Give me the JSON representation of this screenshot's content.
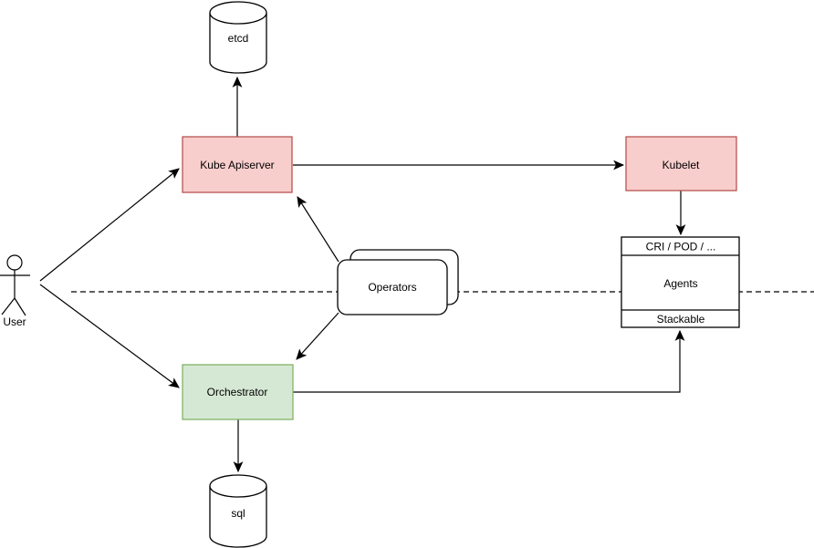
{
  "diagram": {
    "background": "#ffffff",
    "line_color": "#000000",
    "text_color": "#000000",
    "colors": {
      "control_plane_fill": "#f8cecc",
      "control_plane_stroke": "#b85450",
      "orchestrator_fill": "#d5e8d4",
      "orchestrator_stroke": "#82b366",
      "shape_fill": "#ffffff",
      "shape_stroke": "#000000"
    },
    "nodes": {
      "etcd": {
        "label": "etcd",
        "shape": "cylinder"
      },
      "kube_apiserver": {
        "label": "Kube Apiserver",
        "shape": "rectangle"
      },
      "kubelet": {
        "label": "Kubelet",
        "shape": "rectangle"
      },
      "agents_stack": {
        "header": "CRI / POD / ...",
        "body": "Agents",
        "footer": "Stackable",
        "shape": "list"
      },
      "operators": {
        "label": "Operators",
        "shape": "stacked-rounded-rectangle"
      },
      "orchestrator": {
        "label": "Orchestrator",
        "shape": "rectangle"
      },
      "sql": {
        "label": "sql",
        "shape": "cylinder"
      },
      "user": {
        "label": "User",
        "shape": "actor"
      }
    },
    "edges": [
      {
        "from": "user",
        "to": "kube_apiserver",
        "arrow": "end"
      },
      {
        "from": "user",
        "to": "orchestrator",
        "arrow": "end"
      },
      {
        "from": "kube_apiserver",
        "to": "etcd",
        "arrow": "end"
      },
      {
        "from": "kube_apiserver",
        "to": "kubelet",
        "arrow": "end"
      },
      {
        "from": "kubelet",
        "to": "agents_stack",
        "arrow": "end"
      },
      {
        "from": "operators",
        "to": "kube_apiserver",
        "arrow": "end"
      },
      {
        "from": "operators",
        "to": "orchestrator",
        "arrow": "end"
      },
      {
        "from": "orchestrator",
        "to": "sql",
        "arrow": "end"
      },
      {
        "from": "orchestrator",
        "to": "agents_stack.footer",
        "arrow": "end"
      }
    ],
    "separator": {
      "style": "dashed",
      "orientation": "horizontal"
    }
  }
}
